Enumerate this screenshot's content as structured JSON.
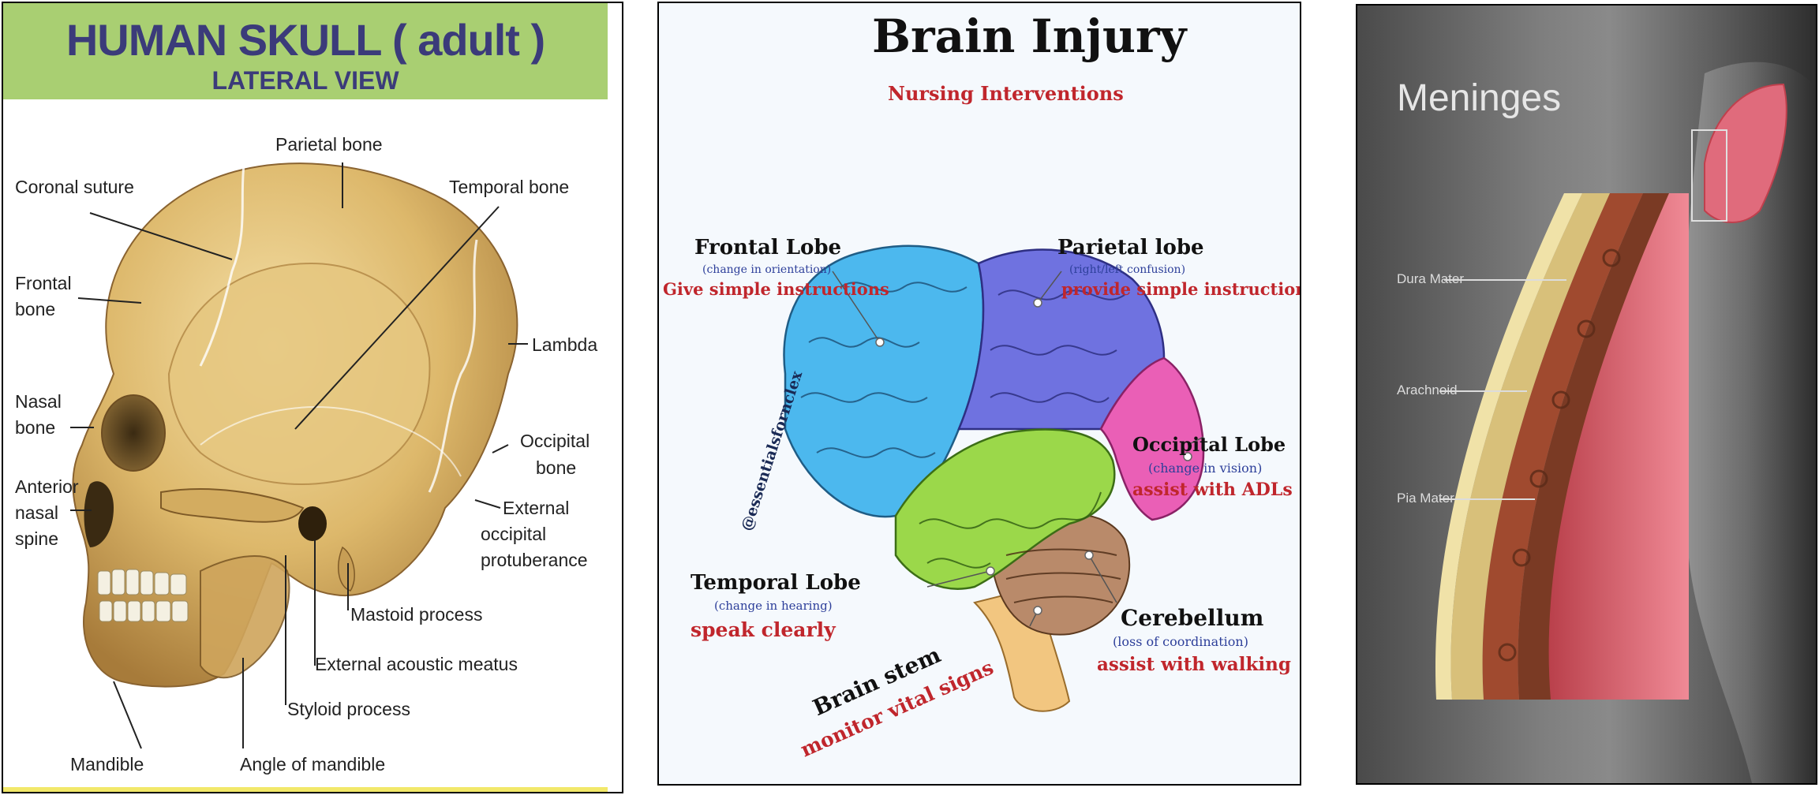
{
  "skull_panel": {
    "title": "HUMAN SKULL ( adult )",
    "subtitle": "LATERAL VIEW",
    "labels": {
      "parietal_bone": "Parietal bone",
      "coronal_suture": "Coronal suture",
      "temporal_bone": "Temporal bone",
      "frontal_bone_1": "Frontal",
      "frontal_bone_2": "bone",
      "lambda": "Lambda",
      "nasal_bone_1": "Nasal",
      "nasal_bone_2": "bone",
      "occipital_bone_1": "Occipital",
      "occipital_bone_2": "bone",
      "anterior_nasal_spine_1": "Anterior",
      "anterior_nasal_spine_2": "nasal",
      "anterior_nasal_spine_3": "spine",
      "ext_occ_prot_1": "External",
      "ext_occ_prot_2": "occipital",
      "ext_occ_prot_3": "protuberance",
      "mastoid_process": "Mastoid process",
      "external_acoustic_meatus": "External acoustic meatus",
      "styloid_process": "Styloid process",
      "mandible": "Mandible",
      "angle_of_mandible": "Angle of mandible"
    },
    "colors": {
      "header": "#a9cf72",
      "title": "#3b3b7a",
      "bone": "#d9b66c"
    }
  },
  "brain_panel": {
    "title": "Brain Injury",
    "subtitle": "Nursing Interventions",
    "watermark": "@essentialsfornclex",
    "frontal": {
      "name": "Frontal Lobe",
      "note": "(change in orientation)",
      "action": "Give simple instructions"
    },
    "parietal": {
      "name": "Parietal lobe",
      "note": "(right/left confusion)",
      "action": "provide simple instructions"
    },
    "occipital": {
      "name": "Occipital Lobe",
      "note": "(change in vision)",
      "action": "assist with ADLs"
    },
    "temporal": {
      "name": "Temporal Lobe",
      "note": "(change in hearing)",
      "action": "speak clearly"
    },
    "cerebellum": {
      "name": "Cerebellum",
      "note": "(loss of coordination)",
      "action": "assist with walking"
    },
    "brainstem": {
      "name": "Brain stem",
      "action": "monitor vital signs"
    },
    "colors": {
      "frontal": "#4cb8ee",
      "parietal": "#6f72e0",
      "occipital": "#ea5fb6",
      "temporal": "#9bd84a",
      "cerebellum": "#b98a6a",
      "brainstem": "#f2c680",
      "action_red": "#c0262c",
      "note_blue": "#2d3f9a"
    }
  },
  "meninges_panel": {
    "title": "Meninges",
    "labels": {
      "dura": "Dura Mater",
      "arachnoid": "Arachnoid",
      "pia": "Pia Mater"
    }
  }
}
